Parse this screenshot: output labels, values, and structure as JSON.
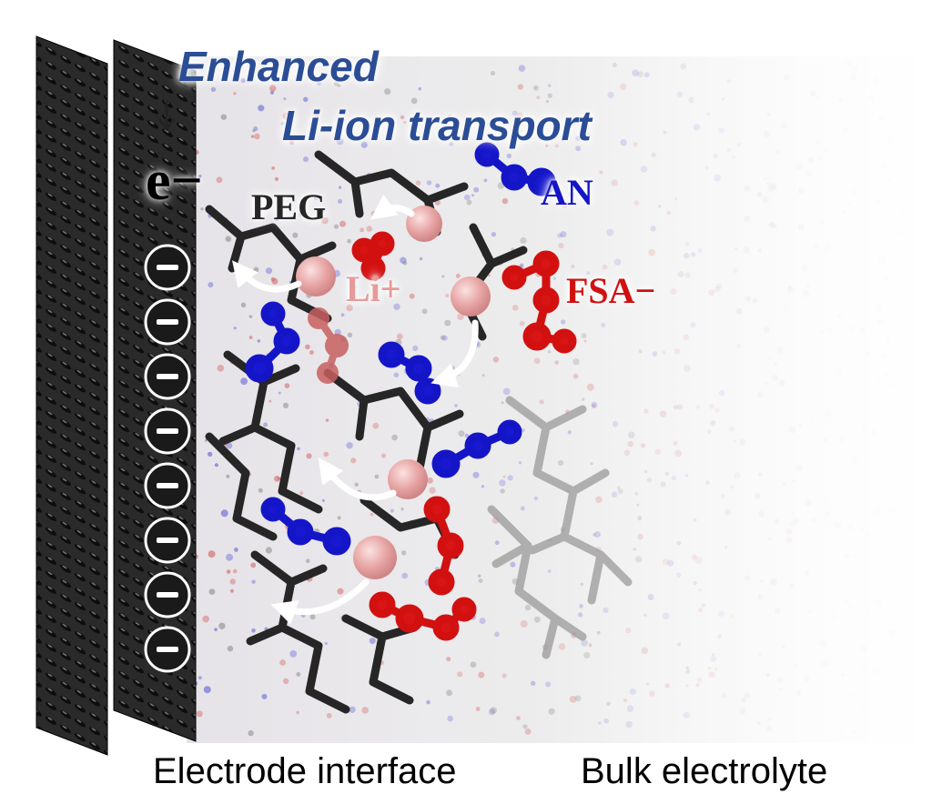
{
  "title": {
    "line1": "Enhanced",
    "line2": "Li-ion transport"
  },
  "labels": {
    "electron": "e−",
    "peg": "PEG",
    "an": "AN",
    "fsa": "FSA−",
    "li": "Li+"
  },
  "captions": {
    "left": "Electrode interface",
    "right": "Bulk electrolyte"
  },
  "charge_count": 8,
  "colors": {
    "title": "#2b4d96",
    "an": "#1515c8",
    "fsa": "#d21010",
    "li": "#e79a9a",
    "peg": "#262626",
    "electrode": "#151515"
  }
}
